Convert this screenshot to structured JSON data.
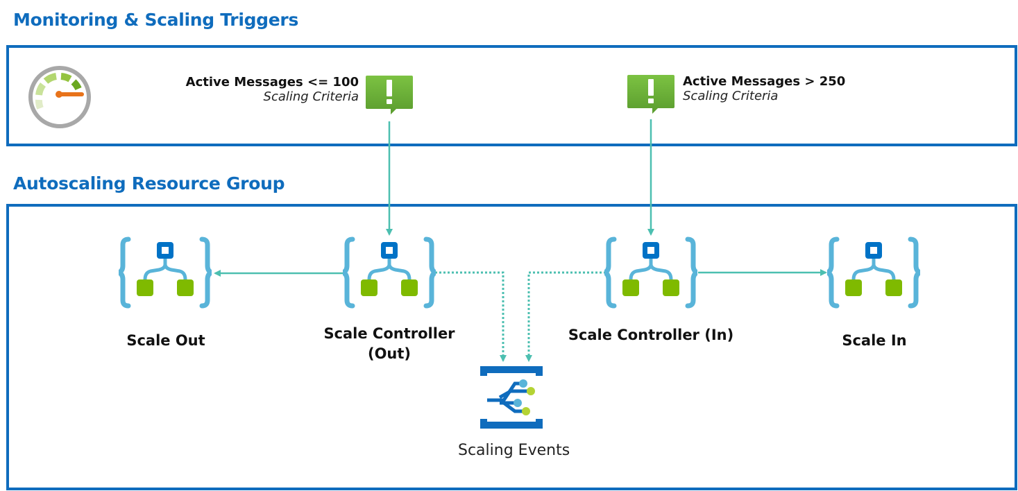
{
  "sections": {
    "monitoring": {
      "title": "Monitoring & Scaling Triggers"
    },
    "autoscaling": {
      "title": "Autoscaling Resource Group"
    }
  },
  "triggers": [
    {
      "id": "out",
      "condition": "Active Messages <= 100",
      "caption": "Scaling Criteria",
      "icon": "alert-icon"
    },
    {
      "id": "in",
      "condition": "Active Messages > 250",
      "caption": "Scaling Criteria",
      "icon": "alert-icon"
    }
  ],
  "nodes": [
    {
      "id": "scale-out",
      "label": "Scale Out",
      "icon": "logic-app-icon"
    },
    {
      "id": "scale-controller-out",
      "label_line1": "Scale Controller",
      "label_line2": "(Out)",
      "icon": "logic-app-icon"
    },
    {
      "id": "scale-controller-in",
      "label": "Scale Controller (In)",
      "icon": "logic-app-icon"
    },
    {
      "id": "scale-in",
      "label": "Scale In",
      "icon": "logic-app-icon"
    }
  ],
  "event_sink": {
    "label": "Scaling Events",
    "icon": "event-grid-icon"
  },
  "monitor_icon": "gauge-icon",
  "colors": {
    "accent_blue": "#0f6cbd",
    "connector_teal": "#4cbfb0",
    "brace_blue": "#59b4d9",
    "node_green": "#7fba00",
    "alert_green": "#6db33f"
  }
}
